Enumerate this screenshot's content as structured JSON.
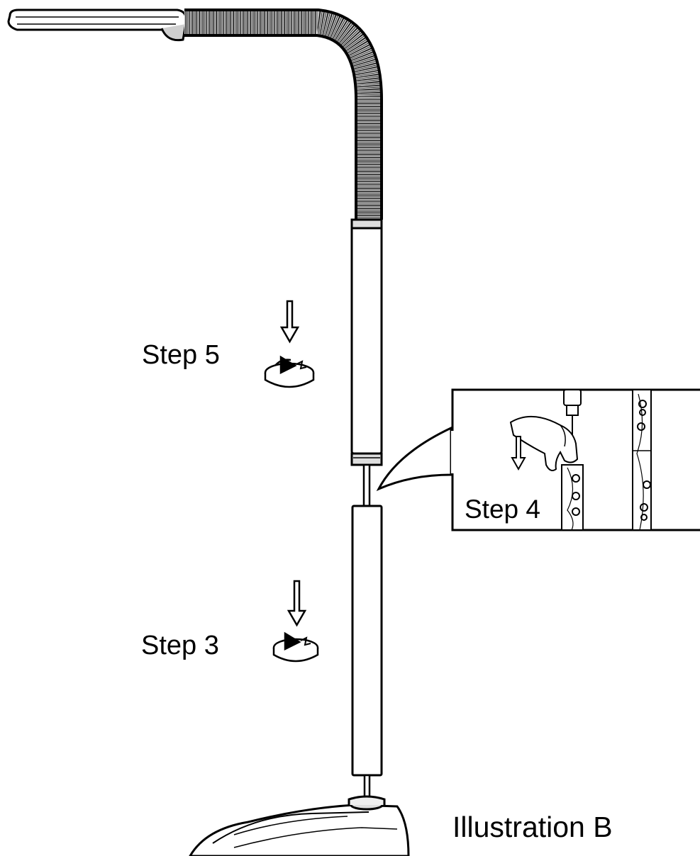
{
  "labels": {
    "step5": "Step 5",
    "step4": "Step 4",
    "step3": "Step 3",
    "illustration": "Illustration B"
  },
  "icons": {
    "step5_push": "down-arrow-icon",
    "step5_twist": "twist-rotate-icon",
    "step3_push": "down-arrow-icon",
    "step3_twist": "twist-rotate-icon",
    "step4_push": "down-arrow-icon"
  },
  "colors": {
    "line": "#000000",
    "background": "#ffffff",
    "shade": "#9a9a9a"
  }
}
